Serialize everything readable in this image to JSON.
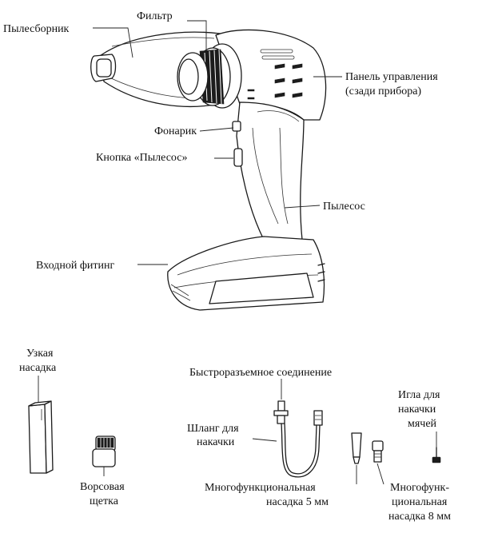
{
  "labels": {
    "dust_container": "Пылесборник",
    "filter": "Фильтр",
    "control_panel_line1": "Панель управления",
    "control_panel_line2": "(сзади прибора)",
    "flashlight": "Фонарик",
    "vacuum_button": "Кнопка «Пылесос»",
    "vacuum": "Пылесос",
    "inlet_fitting": "Входной фитинг",
    "narrow_nozzle_line1": "Узкая",
    "narrow_nozzle_line2": "насадка",
    "bristle_brush_line1": "Ворсовая",
    "bristle_brush_line2": "щетка",
    "quick_connector": "Быстроразъемное соединение",
    "inflation_hose_line1": "Шланг для",
    "inflation_hose_line2": "накачки",
    "ball_needle_line1": "Игла для",
    "ball_needle_line2": "накачки",
    "ball_needle_line3": "мячей",
    "multi_nozzle_5_line1": "Многофункциональная",
    "multi_nozzle_5_line2": "насадка 5 мм",
    "multi_nozzle_8_line1": "Многофунк-",
    "multi_nozzle_8_line2": "циональная",
    "multi_nozzle_8_line3": "насадка 8 мм"
  }
}
